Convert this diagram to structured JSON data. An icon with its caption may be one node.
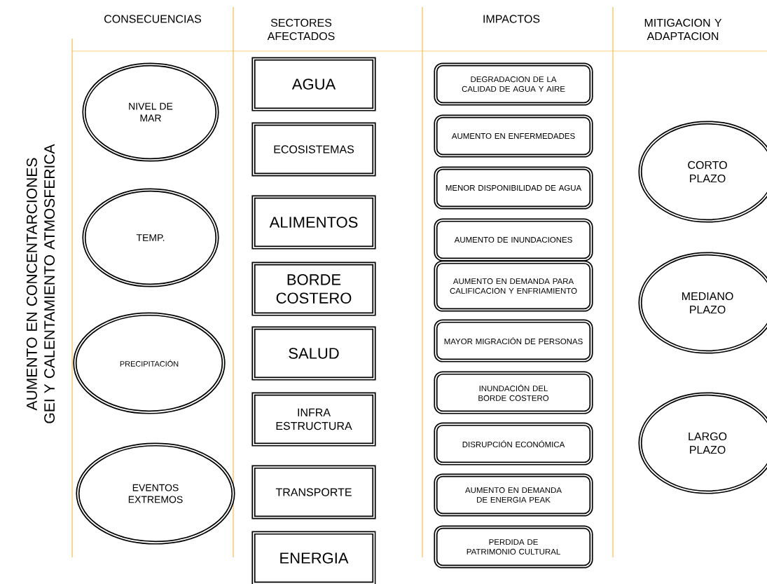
{
  "diagram": {
    "title": "AUMENTO EN CONCENTARCIONES GEI Y CALENTAMIENTO ATMOSFERICA",
    "nodes": [
      {
        "text": [
          "NIVEL DE MAR"
        ]
      },
      {
        "text": [
          "TEMP."
        ]
      },
      {
        "text": [
          "PRECIPITACIÓN"
        ]
      },
      {
        "text": [
          "EVENTOS EXTREMOS"
        ]
      },
      {
        "text": [
          "AGUA"
        ]
      },
      {
        "text": [
          "ECOSISTEMAS"
        ]
      },
      {
        "text": [
          "ALIMENTOS"
        ]
      },
      {
        "text": [
          "BORDE COSTERO"
        ]
      },
      {
        "text": [
          "SALUD"
        ]
      },
      {
        "text": [
          "INFRA ESTRUCTURA"
        ]
      },
      {
        "text": [
          "TRANSPORTE"
        ]
      },
      {
        "text": [
          "ENERGIA"
        ]
      },
      {
        "text": [
          "DEGRADACION DE LA CALIDAD DE AGUA Y AIRE"
        ]
      },
      {
        "text": [
          "AUMENTO EN ENFERMEDADES"
        ]
      },
      {
        "text": [
          "MENOR DISPONIBILIDAD DE AGUA"
        ]
      },
      {
        "text": [
          "AUMENTO DE INUNDACIONES"
        ]
      },
      {
        "text": [
          "AUMENTO EN DEMANDA PARA CALIFICACION Y ENFRIAMIENTO"
        ]
      },
      {
        "text": [
          "MAYOR MIGRACIÓN DE PERSONAS"
        ]
      },
      {
        "text": [
          "INUNDACIÓN DEL BORDE COSTERO"
        ]
      },
      {
        "text": [
          "DISRUPCIÓN ECONÓMICA"
        ]
      },
      {
        "text": [
          "AUMENTO EN DEMANDA DE ENERGIA PEAK"
        ]
      },
      {
        "text": [
          "PERDIDA DE PATRIMONIO CULTURAL"
        ]
      },
      {
        "text": [
          "CORTO PLAZO"
        ]
      },
      {
        "text": [
          "MEDIANO PLAZO"
        ]
      },
      {
        "text": [
          "LARGO PLAZO"
        ]
      }
    ],
    "labels": [
      "CONSECUENCIAS",
      "SECTORES AFECTADOS",
      "IMPACTOS",
      "MITIGACION Y ADAPTACION"
    ]
  }
}
